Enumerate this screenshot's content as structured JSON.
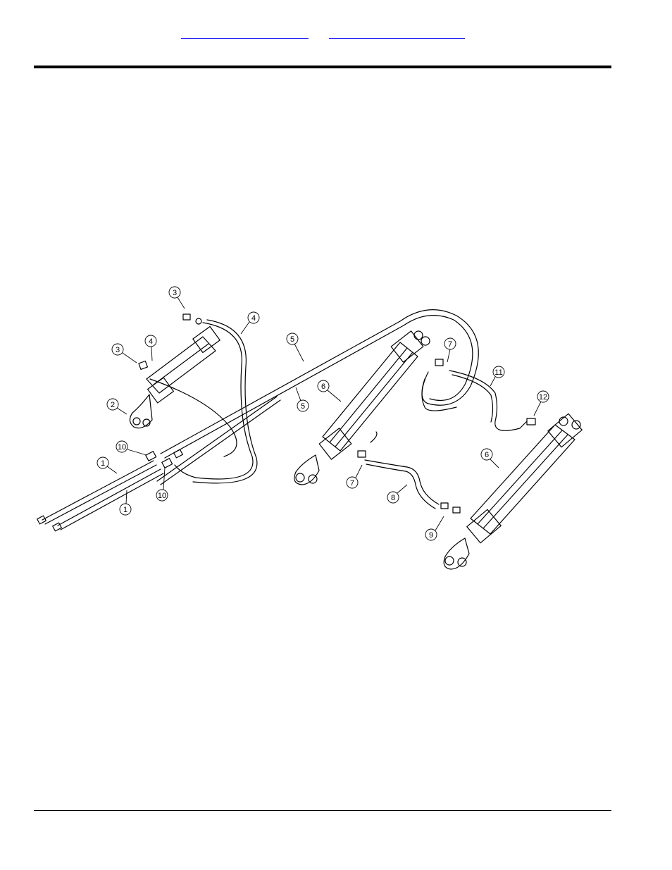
{
  "header": {
    "links": [
      "",
      ""
    ]
  },
  "diagram": {
    "callouts": [
      "1",
      "1",
      "2",
      "3",
      "3",
      "4",
      "4",
      "5",
      "5",
      "6",
      "6",
      "7",
      "7",
      "8",
      "9",
      "10",
      "10",
      "11",
      "12"
    ]
  }
}
